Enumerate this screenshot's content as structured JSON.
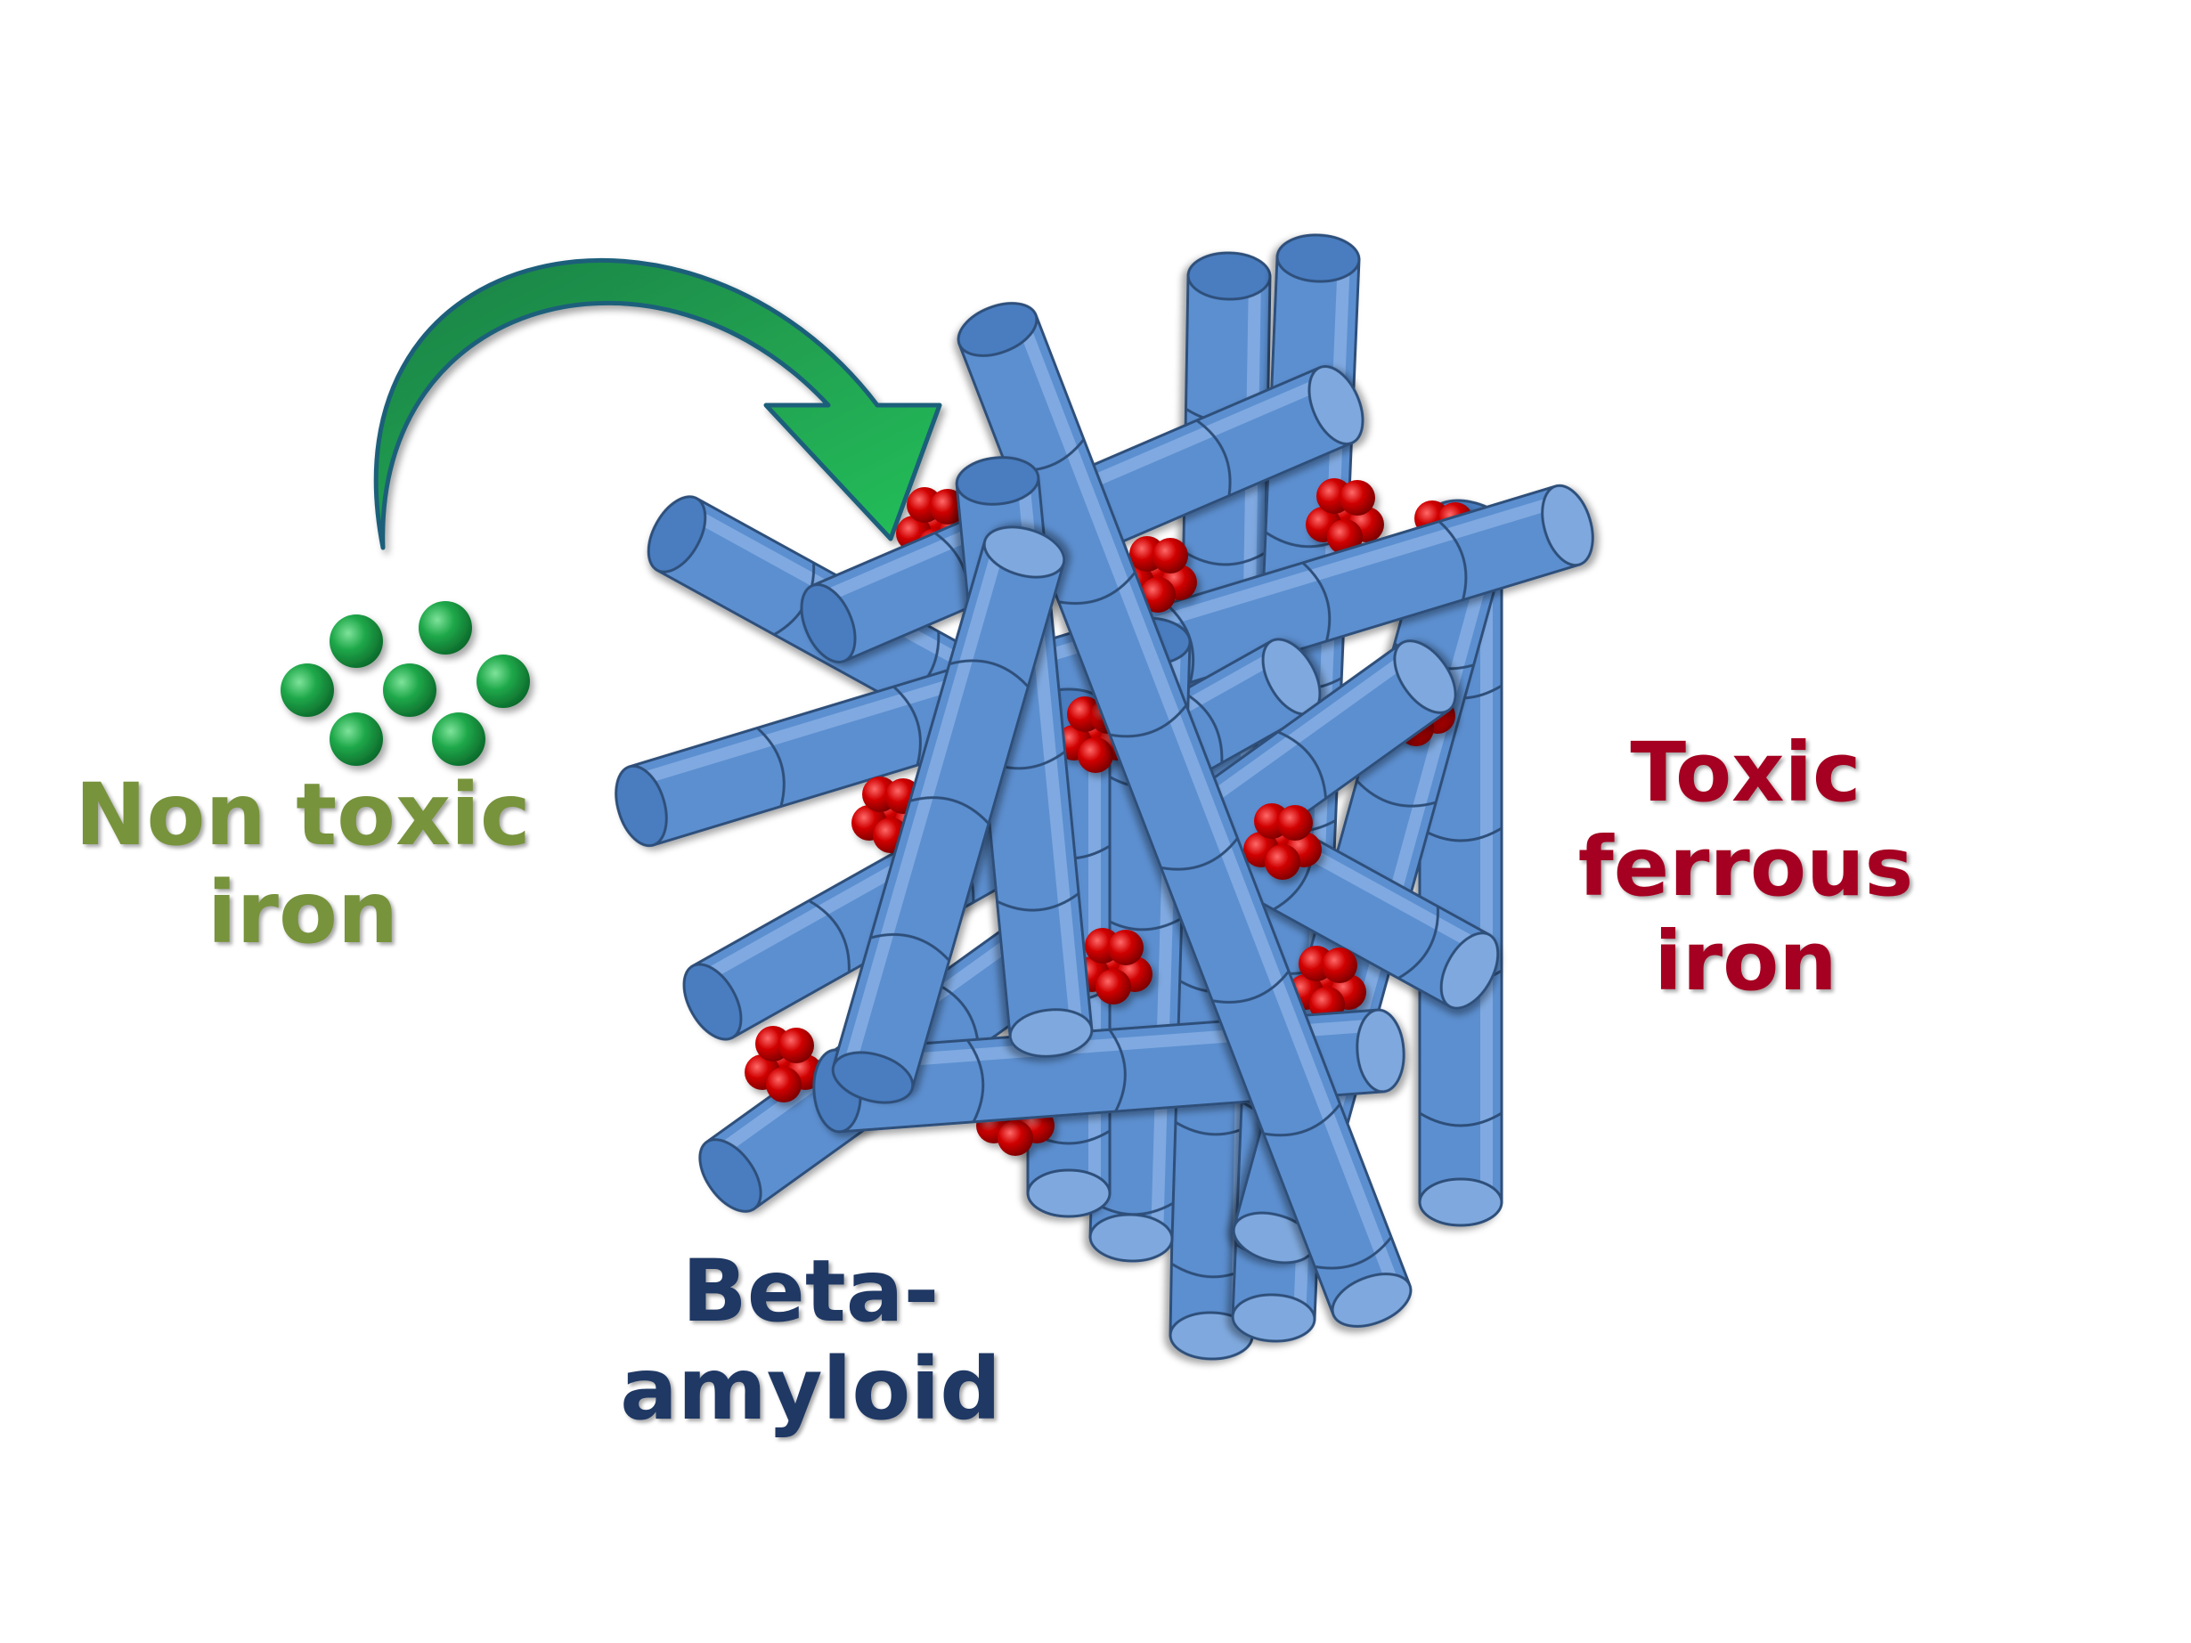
{
  "labels": {
    "non_toxic_line1": "Non toxic",
    "non_toxic_line2": "iron",
    "toxic_line1": "Toxic ferrous",
    "toxic_line2": "iron",
    "amyloid": "Beta-amyloid"
  },
  "colors": {
    "non_toxic_text": "#77933C",
    "toxic_text": "#A50021",
    "amyloid_text": "#1F3864",
    "fibril_fill": "#5B8FD0",
    "fibril_stroke": "#2E4F7A",
    "green_iron": "#1FA84A",
    "red_iron": "#D00000",
    "arrow_fill": "#1FAF4F",
    "arrow_stroke": "#1F5F7A"
  },
  "icons": {
    "arrow": "curved-arrow-icon",
    "green_particle": "green-iron-particle-icon",
    "red_particle": "red-iron-cluster-icon",
    "fibril": "amyloid-fibril-icon"
  }
}
